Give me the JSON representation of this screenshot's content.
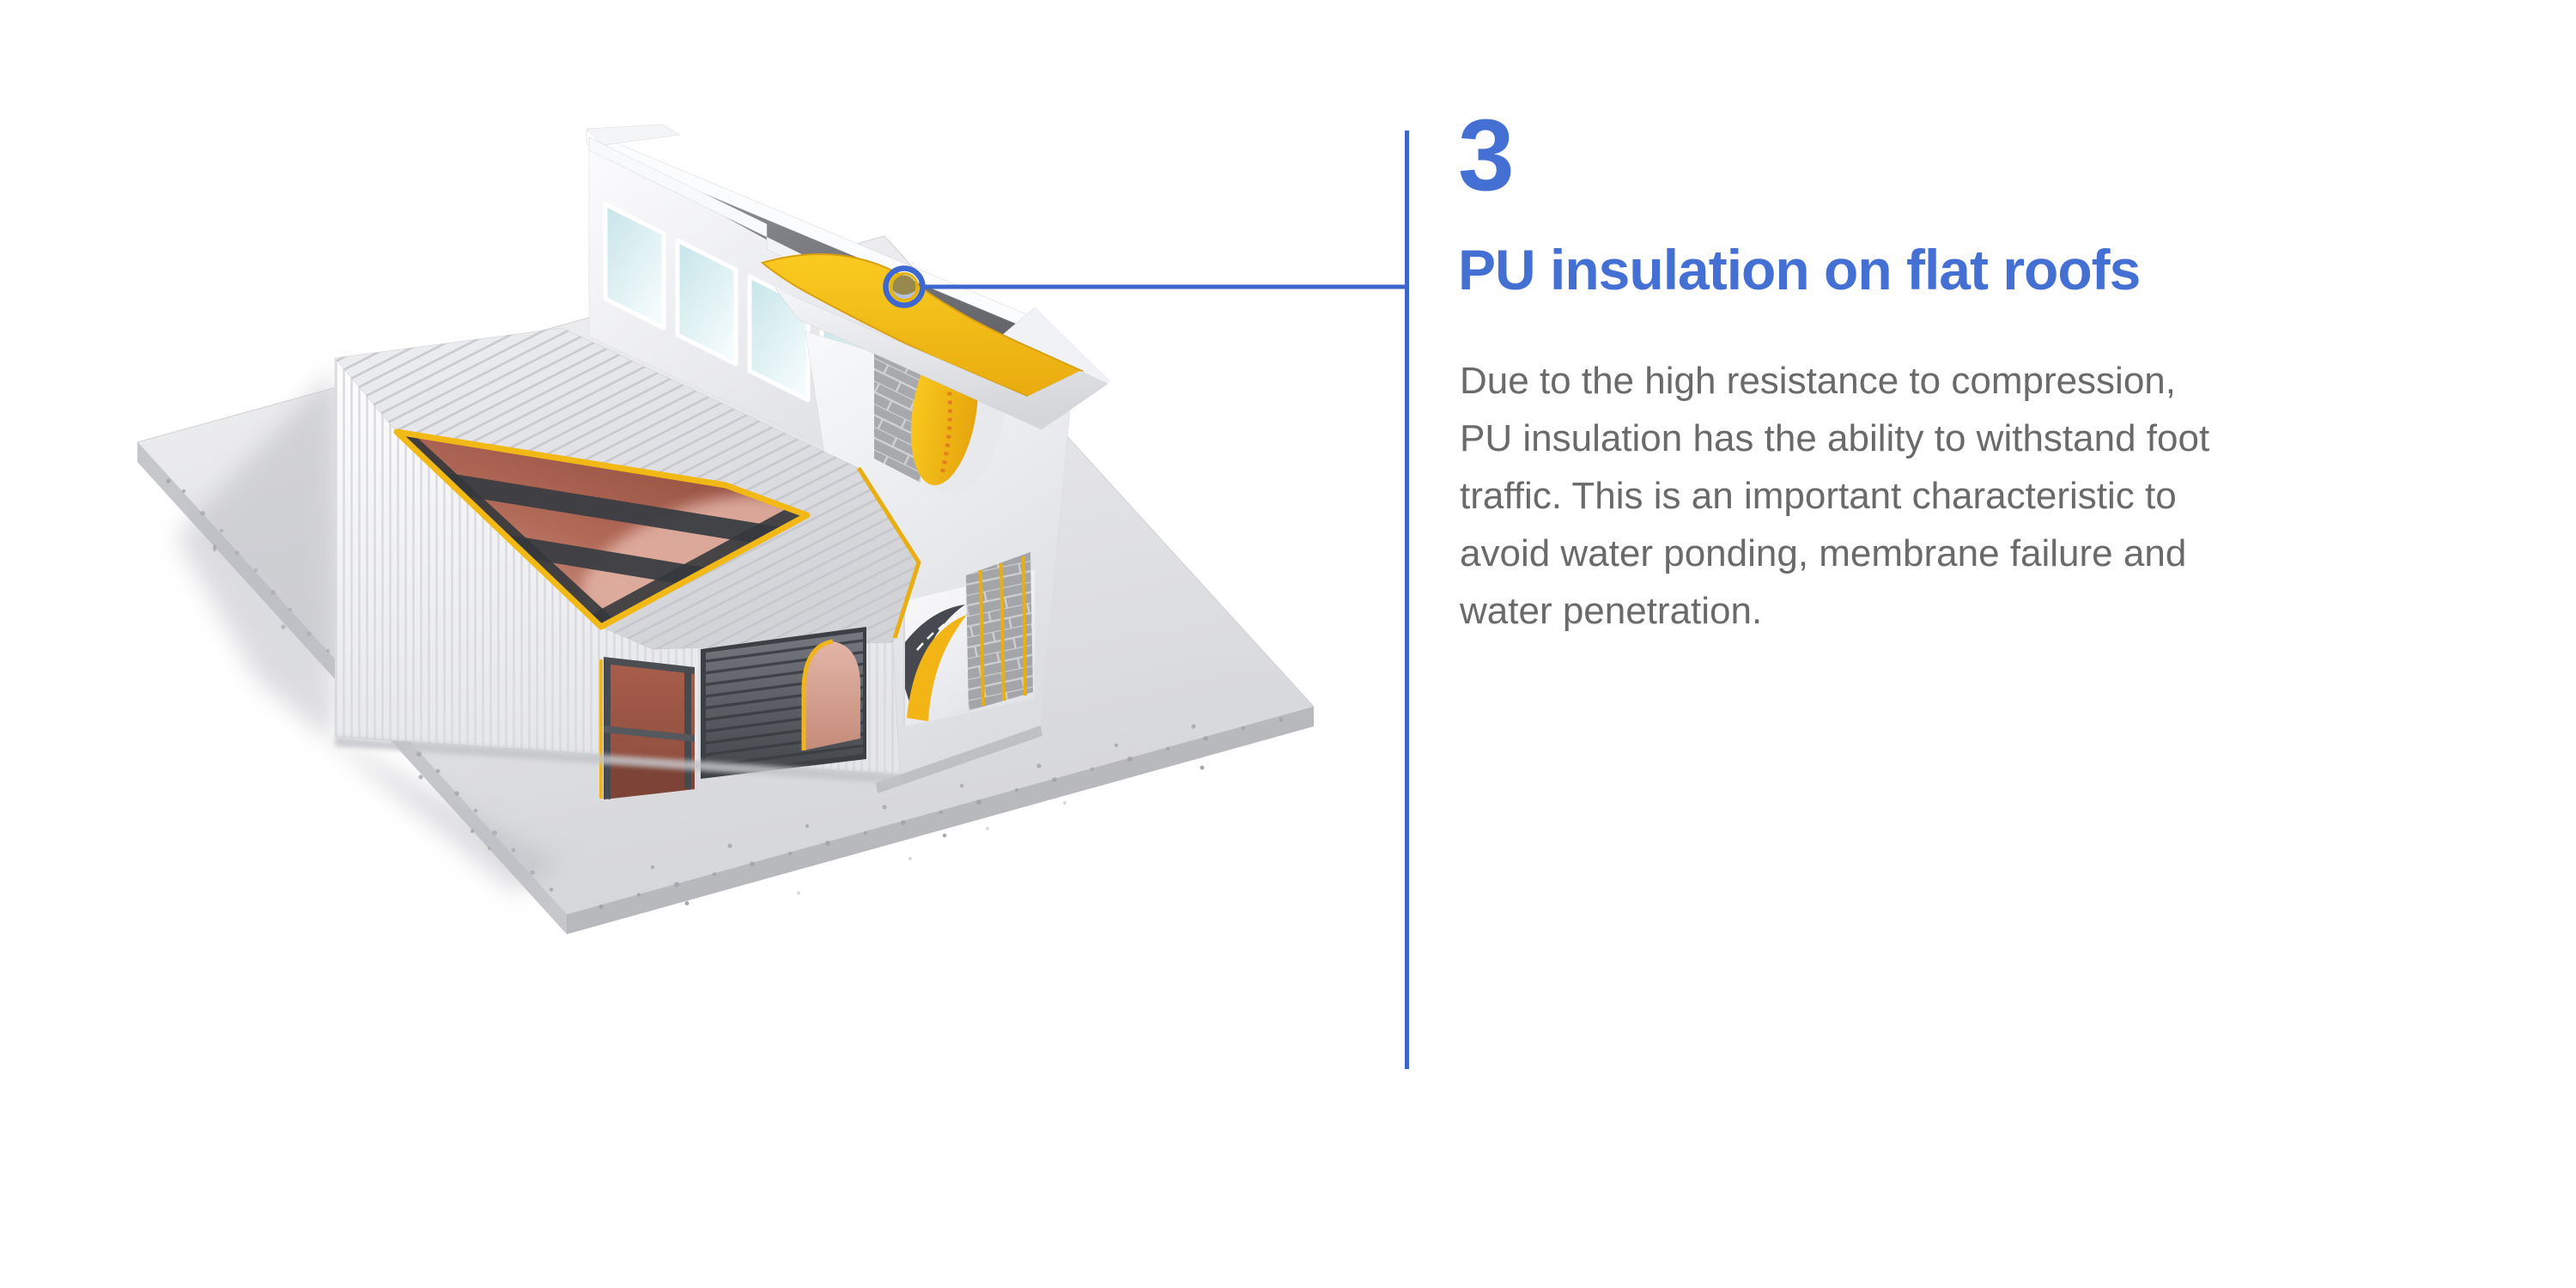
{
  "page": {
    "background_color": "#ffffff"
  },
  "callout": {
    "step_number": "3",
    "heading": "PU insulation on flat roofs",
    "body": "Due to the high resistance to compression,\nPU insulation has the ability to withstand foot\ntraffic. This is an important characteristic to\navoid water ponding, membrane failure and\nwater penetration.",
    "accent_color": "#4470d4",
    "rule_color": "#3c66cc",
    "body_text_color": "#6a6a6a"
  },
  "illustration": {
    "label": "industrial-building-cutaway",
    "description": "Isometric cutaway of an industrial hall showing yellow PU insulation at the flat roof edge, in the wall core and under the roof deck",
    "hotspot": {
      "shape": "circle-marker",
      "ring_color": "#3c66cc",
      "inner_ring_color": "#e4b20e",
      "location": "flat-roof-insulation-edge"
    },
    "colors": {
      "insulation_yellow": "#f2b816",
      "insulation_accent_orange": "#e07820",
      "roof_deck_terracotta": "#b26a58",
      "roof_membrane_gray": "#7b7c81",
      "ground_slab_gray": "#e6e7ea",
      "garage_door_gray": "#54575c",
      "window_glass_tint": "#cfe8ec"
    }
  }
}
